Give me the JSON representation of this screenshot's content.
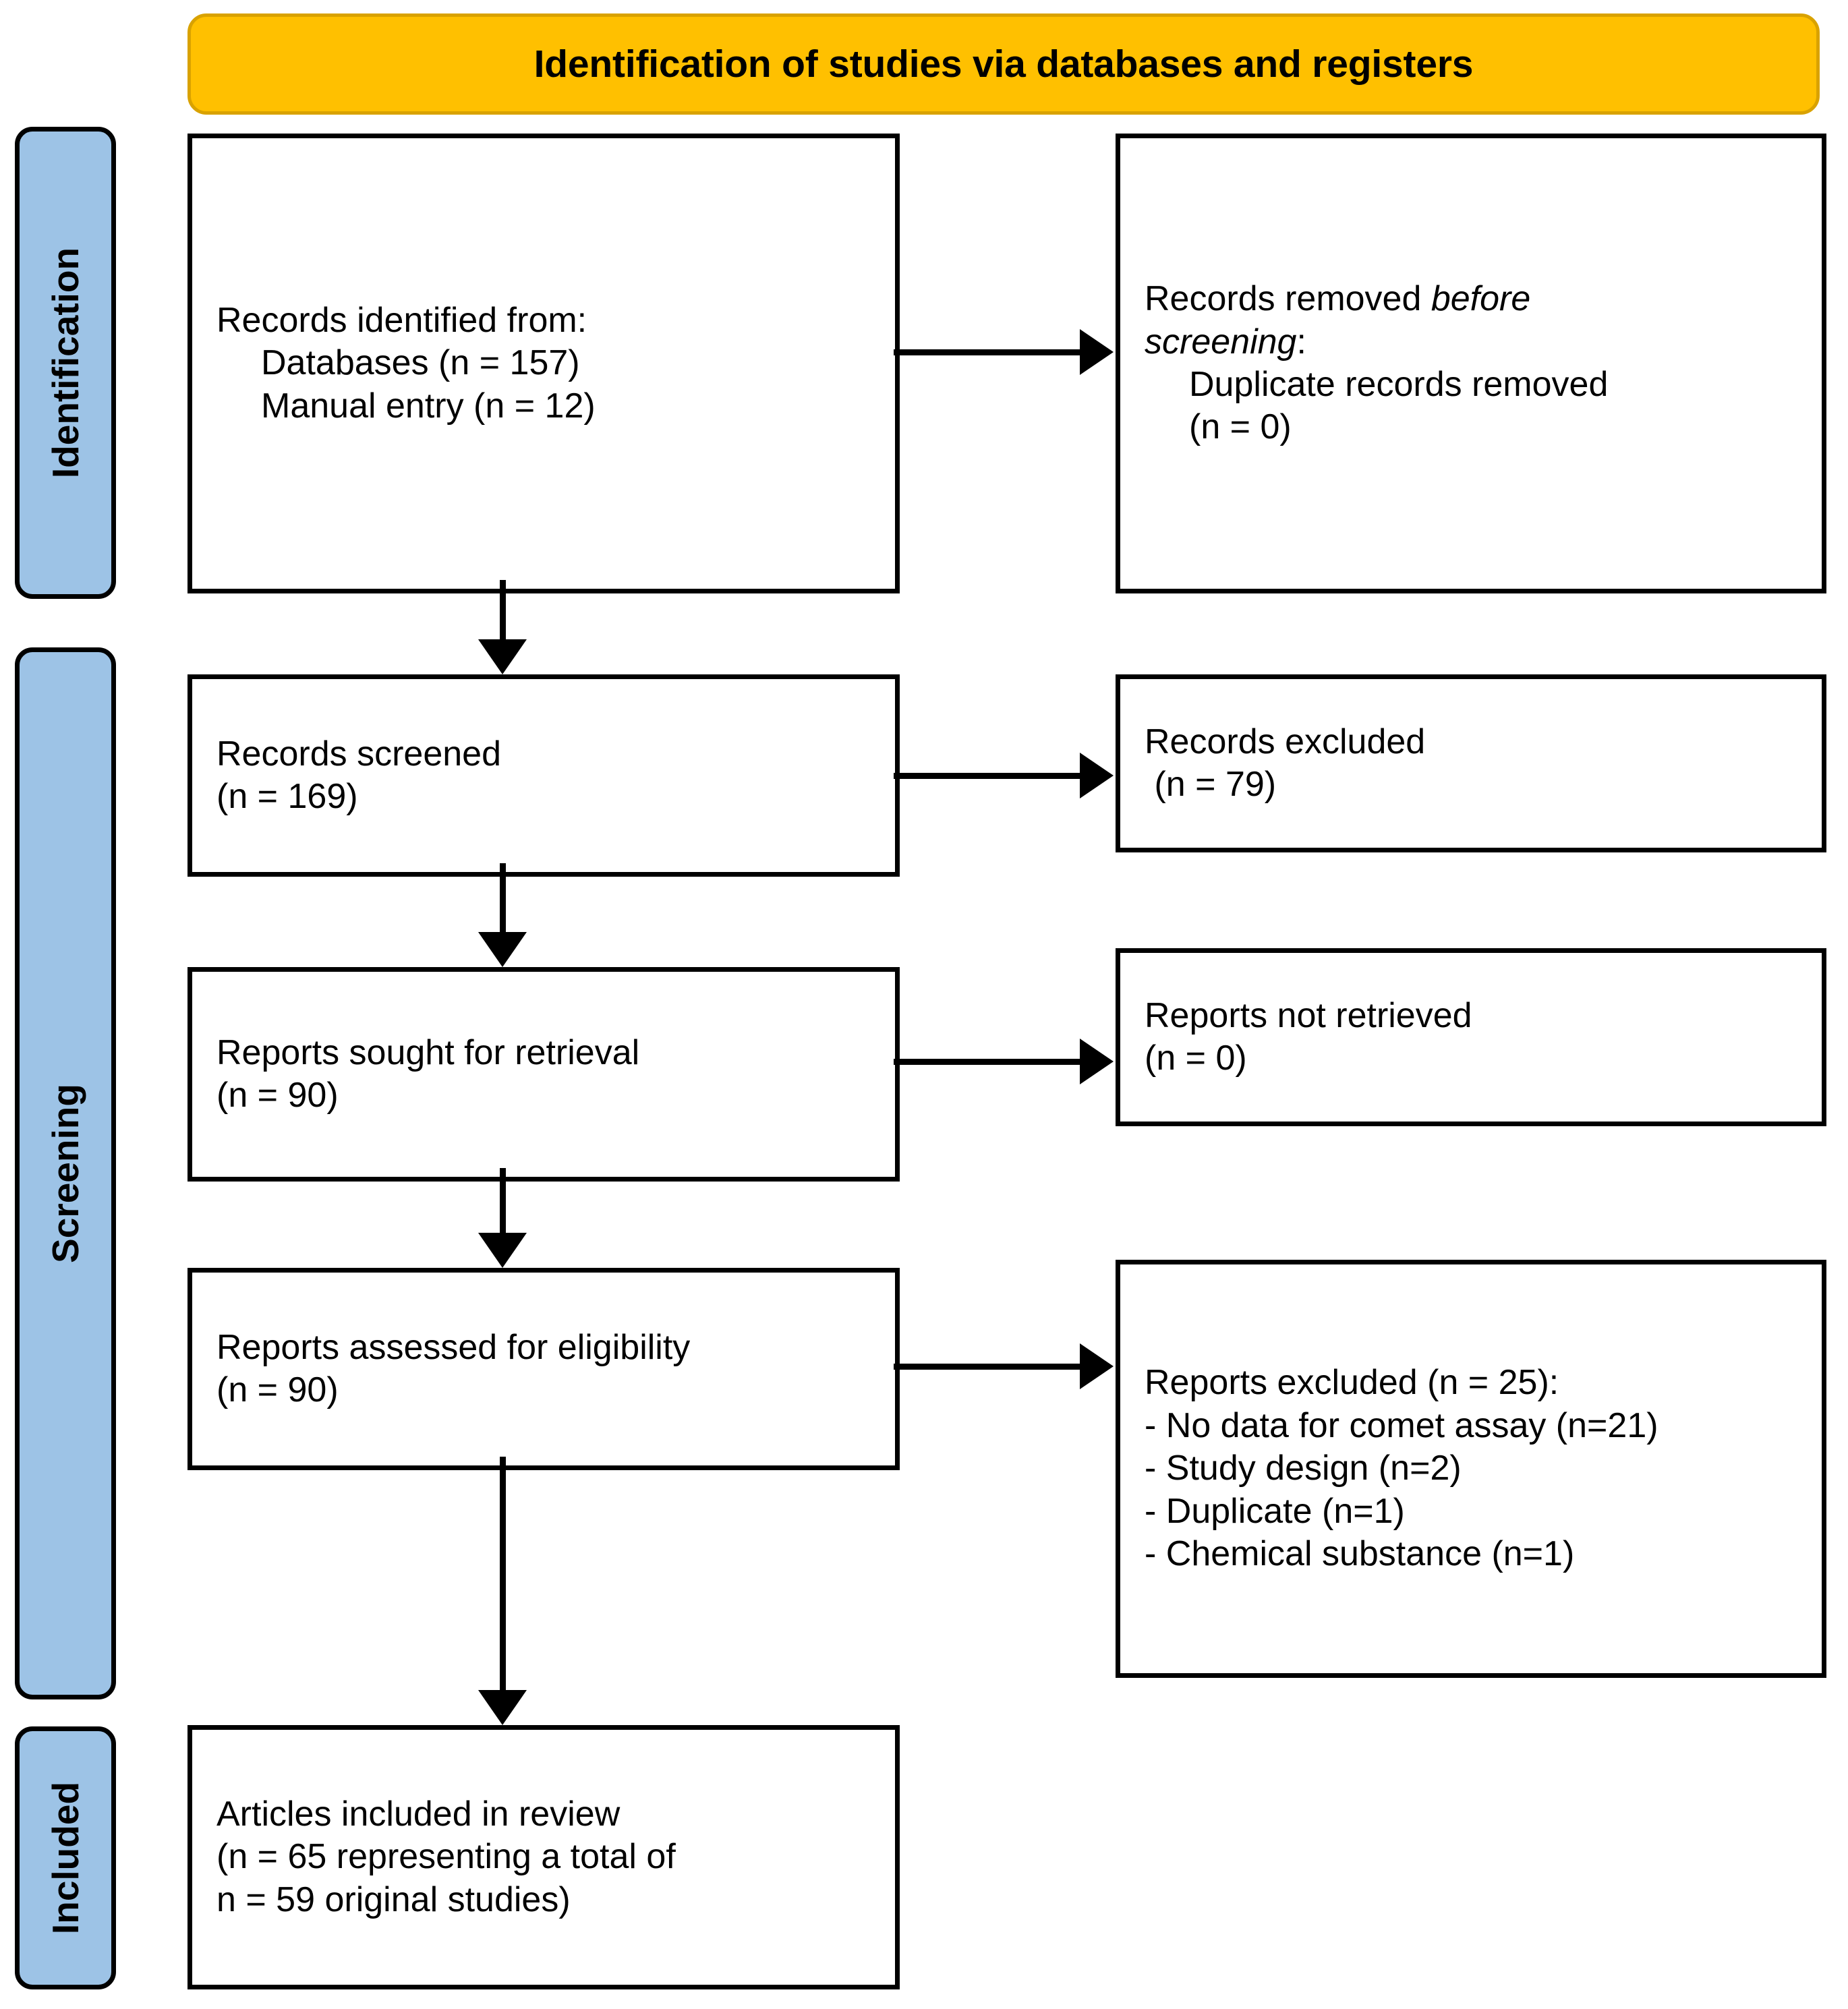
{
  "header": {
    "title": "Identification of studies via databases and registers",
    "fill_color": "#FFC000"
  },
  "stages": {
    "fill_color": "#9DC3E6",
    "items": [
      {
        "id": "identification",
        "label": "Identification"
      },
      {
        "id": "screening",
        "label": "Screening"
      },
      {
        "id": "included",
        "label": "Included"
      }
    ]
  },
  "flow": {
    "identified": {
      "line1": "Records identified from:",
      "line2": "Databases (n = 157)",
      "line3": "Manual entry (n = 12)"
    },
    "removed": {
      "line1_pre": "Records removed ",
      "line1_italic": "before",
      "line2_italic": "screening",
      "line2_post": ":",
      "line3": "Duplicate records removed",
      "line4": "(n = 0)"
    },
    "screened": {
      "line1": "Records screened",
      "line2": "(n = 169)"
    },
    "records_excluded": {
      "line1": "Records excluded",
      "line2": " (n = 79)"
    },
    "sought": {
      "line1": "Reports sought for retrieval",
      "line2": "(n = 90)"
    },
    "not_retrieved": {
      "line1": "Reports not retrieved",
      "line2": "(n = 0)"
    },
    "assessed": {
      "line1": "Reports assessed for eligibility",
      "line2": "(n = 90)"
    },
    "reports_excluded": {
      "line1": "Reports excluded (n = 25):",
      "line2": "- No data for comet assay (n=21)",
      "line3": "- Study design (n=2)",
      "line4": "- Duplicate (n=1)",
      "line5": "- Chemical substance (n=1)"
    },
    "included": {
      "line1": "Articles included in review",
      "line2": "(n = 65 representing a total of",
      "line3": "n = 59 original studies)"
    }
  },
  "chart_data": {
    "type": "diagram",
    "title": "Identification of studies via databases and registers",
    "nodes": [
      {
        "id": "identified",
        "stage": "Identification",
        "column": "left",
        "text": "Records identified from: Databases (n = 157); Manual entry (n = 12)",
        "counts": {
          "Databases": 157,
          "Manual entry": 12
        }
      },
      {
        "id": "removed",
        "stage": "Identification",
        "column": "right",
        "text": "Records removed before screening: Duplicate records removed (n = 0)",
        "counts": {
          "Duplicate records removed": 0
        }
      },
      {
        "id": "screened",
        "stage": "Screening",
        "column": "left",
        "text": "Records screened (n = 169)",
        "counts": {
          "n": 169
        }
      },
      {
        "id": "records_excluded",
        "stage": "Screening",
        "column": "right",
        "text": "Records excluded (n = 79)",
        "counts": {
          "n": 79
        }
      },
      {
        "id": "sought",
        "stage": "Screening",
        "column": "left",
        "text": "Reports sought for retrieval (n = 90)",
        "counts": {
          "n": 90
        }
      },
      {
        "id": "not_retrieved",
        "stage": "Screening",
        "column": "right",
        "text": "Reports not retrieved (n = 0)",
        "counts": {
          "n": 0
        }
      },
      {
        "id": "assessed",
        "stage": "Screening",
        "column": "left",
        "text": "Reports assessed for eligibility (n = 90)",
        "counts": {
          "n": 90
        }
      },
      {
        "id": "reports_excluded",
        "stage": "Screening",
        "column": "right",
        "text": "Reports excluded (n = 25): No data for comet assay (n=21); Study design (n=2); Duplicate (n=1); Chemical substance (n=1)",
        "counts": {
          "total": 25,
          "No data for comet assay": 21,
          "Study design": 2,
          "Duplicate": 1,
          "Chemical substance": 1
        }
      },
      {
        "id": "included",
        "stage": "Included",
        "column": "left",
        "text": "Articles included in review (n = 65 representing a total of n = 59 original studies)",
        "counts": {
          "articles": 65,
          "original studies": 59
        }
      }
    ],
    "edges": [
      {
        "from": "identified",
        "to": "removed",
        "direction": "right"
      },
      {
        "from": "identified",
        "to": "screened",
        "direction": "down"
      },
      {
        "from": "screened",
        "to": "records_excluded",
        "direction": "right"
      },
      {
        "from": "screened",
        "to": "sought",
        "direction": "down"
      },
      {
        "from": "sought",
        "to": "not_retrieved",
        "direction": "right"
      },
      {
        "from": "sought",
        "to": "assessed",
        "direction": "down"
      },
      {
        "from": "assessed",
        "to": "reports_excluded",
        "direction": "right"
      },
      {
        "from": "assessed",
        "to": "included",
        "direction": "down"
      }
    ]
  }
}
